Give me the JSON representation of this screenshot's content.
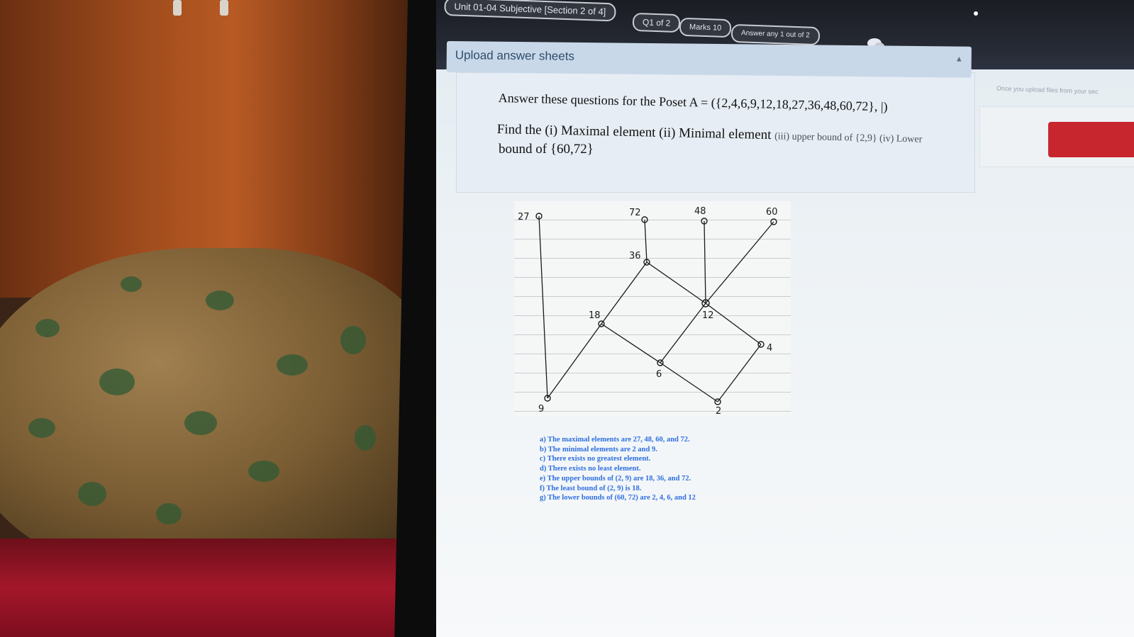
{
  "exam_bar": {
    "section_tab": "Unit 01-04 Subjective [Section 2 of 4]",
    "question_pill": "Q1 of 2",
    "marks_pill": "Marks 10",
    "answer_pill": "Answer any 1 out of 2"
  },
  "header": {
    "title": "Upload answer sheets"
  },
  "question": {
    "line1": "Answer these questions for the Poset A = ({2,4,6,9,12,18,27,36,48,60,72}, |)",
    "line2_prefix": "Find the (i) Maximal element (ii) Minimal element ",
    "line2_suffix": "(iii) upper bound of {2,9} (iv) Lower",
    "line3": "bound of {60,72}"
  },
  "right_panel": {
    "hint": "Once you upload files from your sec"
  },
  "hasse_diagram": {
    "nodes": [
      {
        "label": "27",
        "name": "node-27"
      },
      {
        "label": "72",
        "name": "node-72"
      },
      {
        "label": "48",
        "name": "node-48"
      },
      {
        "label": "60",
        "name": "node-60"
      },
      {
        "label": "36",
        "name": "node-36"
      },
      {
        "label": "18",
        "name": "node-18"
      },
      {
        "label": "12",
        "name": "node-12"
      },
      {
        "label": "4",
        "name": "node-4"
      },
      {
        "label": "6",
        "name": "node-6"
      },
      {
        "label": "9",
        "name": "node-9"
      },
      {
        "label": "2",
        "name": "node-2"
      }
    ],
    "edges": [
      [
        "27",
        "9"
      ],
      [
        "72",
        "36"
      ],
      [
        "48",
        "12"
      ],
      [
        "60",
        "12"
      ],
      [
        "36",
        "18"
      ],
      [
        "36",
        "12"
      ],
      [
        "18",
        "9"
      ],
      [
        "18",
        "6"
      ],
      [
        "12",
        "6"
      ],
      [
        "12",
        "4"
      ],
      [
        "6",
        "2"
      ],
      [
        "4",
        "2"
      ]
    ]
  },
  "answers": [
    "a) The maximal elements are 27, 48, 60, and 72.",
    "b) The minimal elements are 2 and 9.",
    "c) There exists no greatest element.",
    "d) There exists no least element.",
    "e) The upper bounds of (2, 9) are 18, 36, and 72.",
    "f) The least bound of (2, 9) is 18.",
    "g) The lower bounds of (60, 72) are 2, 4, 6,  and 12"
  ],
  "colors": {
    "topbar": "#1f222a",
    "header": "#c9d8e8",
    "answer_text": "#2f6fe0",
    "action_button": "#c8262e"
  }
}
